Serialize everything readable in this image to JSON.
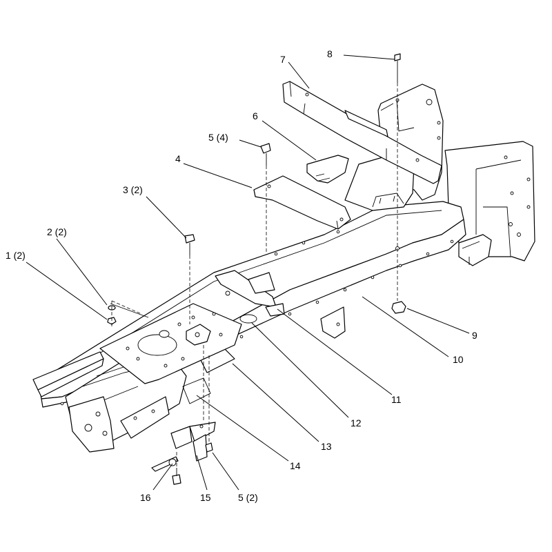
{
  "callouts": [
    {
      "id": "c1",
      "text": "1 (2)"
    },
    {
      "id": "c2",
      "text": "2 (2)"
    },
    {
      "id": "c3",
      "text": "3 (2)"
    },
    {
      "id": "c4",
      "text": "4"
    },
    {
      "id": "c5a",
      "text": "5 (4)"
    },
    {
      "id": "c6",
      "text": "6"
    },
    {
      "id": "c7",
      "text": "7"
    },
    {
      "id": "c8",
      "text": "8"
    },
    {
      "id": "c9",
      "text": "9"
    },
    {
      "id": "c10",
      "text": "10"
    },
    {
      "id": "c11",
      "text": "11"
    },
    {
      "id": "c12",
      "text": "12"
    },
    {
      "id": "c13",
      "text": "13"
    },
    {
      "id": "c14",
      "text": "14"
    },
    {
      "id": "c15",
      "text": "15"
    },
    {
      "id": "c16",
      "text": "16"
    },
    {
      "id": "c5b",
      "text": "5 (2)"
    }
  ]
}
